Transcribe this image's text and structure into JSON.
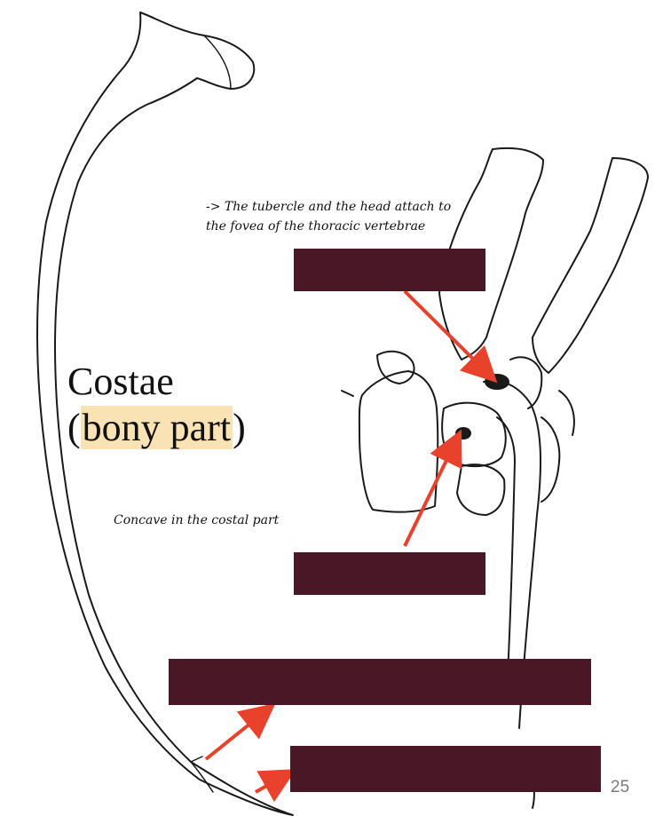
{
  "labels": {
    "note_top_line1": "-> The tubercle and the head attach to",
    "note_top_line2": "the fovea of the thoracic vertebrae",
    "title_line1": "Costae",
    "title_open_paren": "(",
    "title_highlight": "bony part",
    "title_close_paren": ")",
    "note_concave": "Concave in the costal part",
    "page_number": "25"
  },
  "colors": {
    "mask": "#4a1726",
    "arrow": "#e8412c",
    "highlight": "#f9e3b4",
    "line": "#1a1a1a"
  }
}
